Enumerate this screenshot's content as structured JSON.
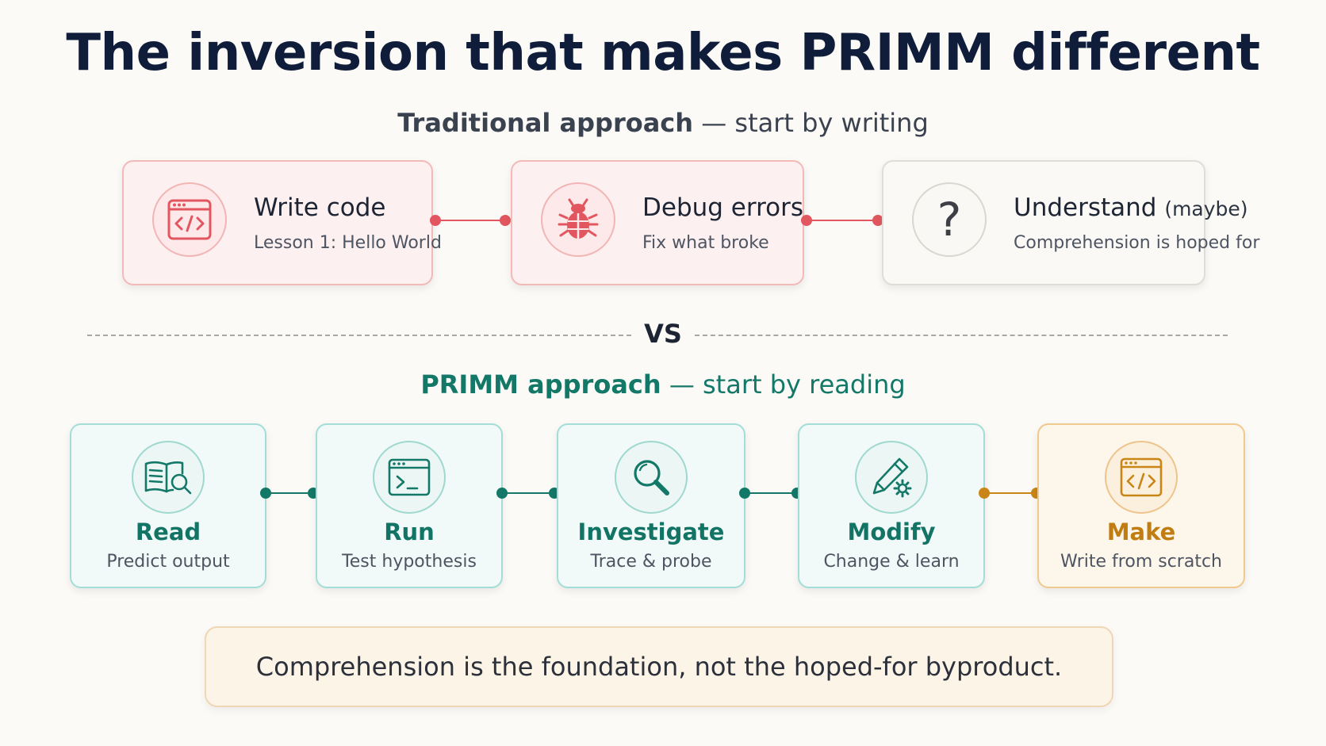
{
  "title": "The inversion that makes PRIMM different",
  "traditional": {
    "heading_strong": "Traditional approach",
    "heading_rest": " — start by writing",
    "steps": [
      {
        "title": "Write code",
        "subtitle": "Lesson 1: Hello World",
        "icon": "code-window-icon"
      },
      {
        "title": "Debug errors",
        "subtitle": "Fix what broke",
        "icon": "bug-icon"
      },
      {
        "title": "Understand",
        "title_suffix": "(maybe)",
        "subtitle": "Comprehension is hoped for",
        "icon": "question-mark-icon"
      }
    ]
  },
  "vs_label": "VS",
  "primm": {
    "heading_strong": "PRIMM approach",
    "heading_rest": " — start by reading",
    "steps": [
      {
        "title": "Read",
        "subtitle": "Predict output",
        "icon": "book-search-icon"
      },
      {
        "title": "Run",
        "subtitle": "Test hypothesis",
        "icon": "terminal-icon"
      },
      {
        "title": "Investigate",
        "subtitle": "Trace & probe",
        "icon": "magnifier-icon"
      },
      {
        "title": "Modify",
        "subtitle": "Change & learn",
        "icon": "pencil-gear-icon"
      },
      {
        "title": "Make",
        "subtitle": "Write from scratch",
        "icon": "code-window-icon"
      }
    ]
  },
  "footer": "Comprehension is the foundation, not the hoped-for byproduct.",
  "colors": {
    "red_accent": "#e2575f",
    "teal_accent": "#137868",
    "gold_accent": "#c98616",
    "title": "#0f1d3a"
  }
}
